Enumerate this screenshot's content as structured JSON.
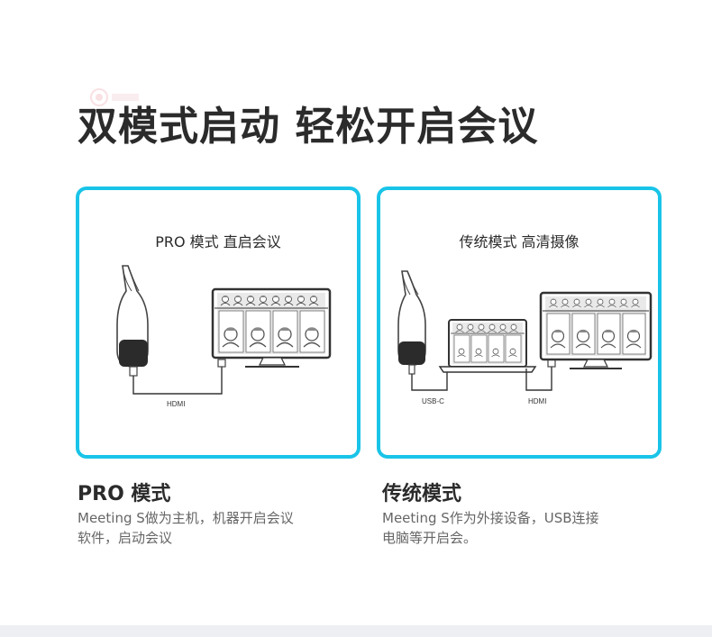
{
  "headline": "双模式启动 轻松开启会议",
  "cards": [
    {
      "title": "PRO 模式  直启会议",
      "cable_label": "HDMI",
      "mode_title": "PRO 模式",
      "desc_line1": "Meeting S做为主机，机器开启会议",
      "desc_line2": "软件，启动会议"
    },
    {
      "title": "传统模式 高清摄像",
      "cable_label_1": "USB-C",
      "cable_label_2": "HDMI",
      "mode_title": "传统模式",
      "desc_line1": "Meeting S作为外接设备，USB连接",
      "desc_line2": "电脑等开启会。"
    }
  ],
  "colors": {
    "accent_border": "#19c4e8",
    "headline": "#2b2b2b",
    "desc": "#666666",
    "bottom_band": "#eeeff3"
  },
  "icons": [
    "camera-device-icon",
    "monitor-icon",
    "laptop-icon",
    "watermark-logo-icon"
  ]
}
